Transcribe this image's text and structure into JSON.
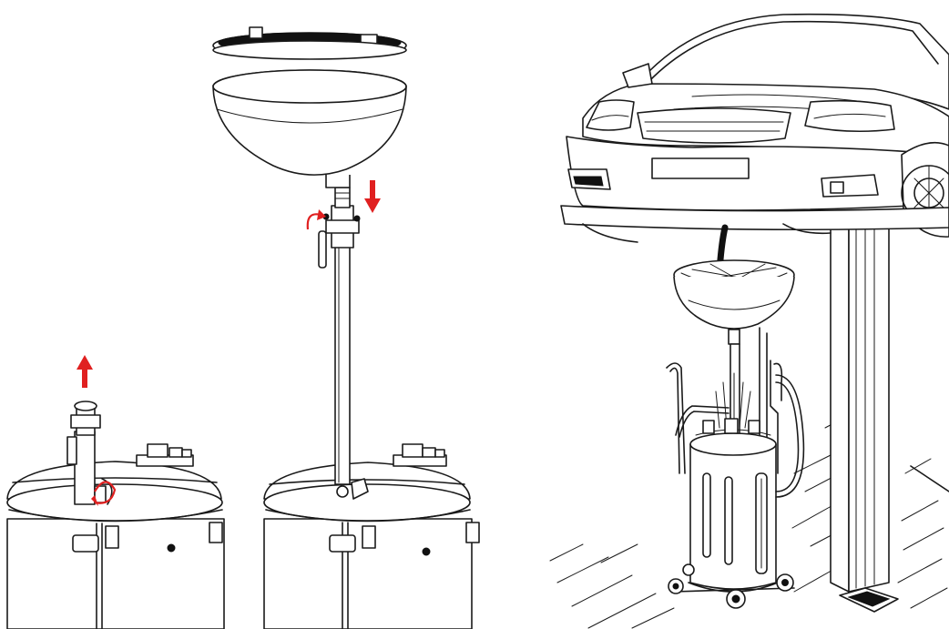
{
  "colors": {
    "line": "#1a1a1a",
    "arrow": "#e02020",
    "background": "#ffffff",
    "fill_light": "#d9d9d9"
  },
  "panels": [
    {
      "name": "tank-with-funnel-removed",
      "arrow_direction": "up"
    },
    {
      "name": "tank-with-funnel-mounted",
      "arrow_direction": "down"
    },
    {
      "name": "car-on-lift-draining-oil"
    }
  ]
}
